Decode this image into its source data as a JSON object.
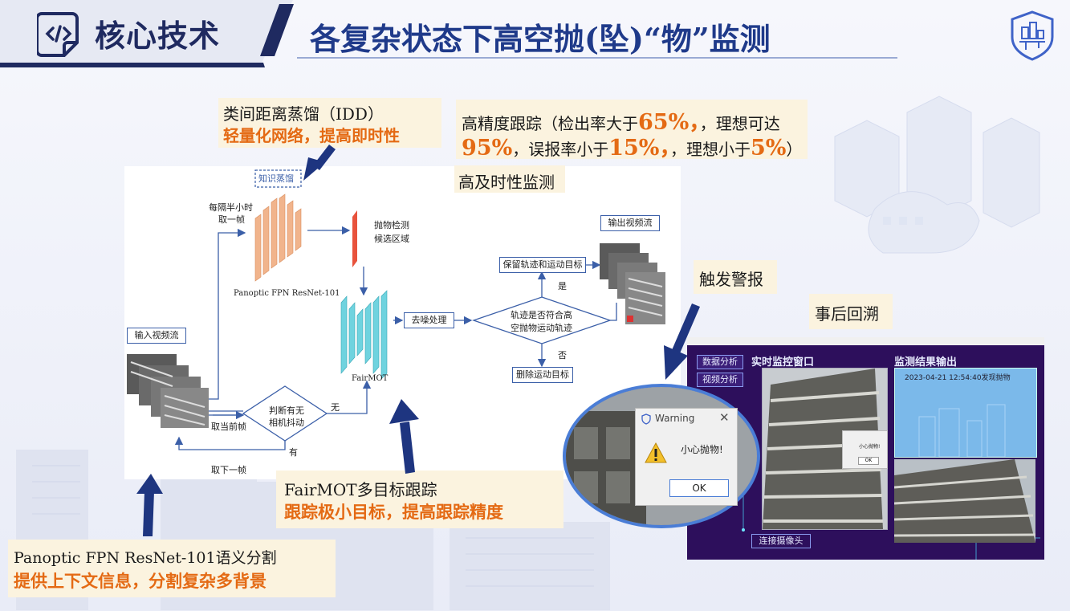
{
  "header": {
    "section_label": "核心技术",
    "title": "各复杂状态下高空抛(坠)“物”监测"
  },
  "diagram": {
    "knowledge_distill": "知识蒸馏",
    "every_half_hour_1": "每隔半小时",
    "every_half_hour_2": "取一帧",
    "backbone_label": "Panoptic FPN ResNet-101",
    "det_1": "抛物检测",
    "det_2": "候选区域",
    "input_stream": "输入视频流",
    "take_current": "取当前帧",
    "judge_1": "判断有无",
    "judge_2": "相机抖动",
    "no": "无",
    "yes_have": "有",
    "take_next": "取下一帧",
    "fairmot": "FairMOT",
    "denoise": "去噪处理",
    "track_1": "轨迹是否符合高",
    "track_2": "空抛物运动轨迹",
    "yes": "是",
    "no_neg": "否",
    "keep": "保留轨迹和运动目标",
    "delete": "删除运动目标",
    "output_stream": "输出视频流"
  },
  "callouts": {
    "idd_line1": "类间距离蒸馏（IDD）",
    "idd_line2": "轻量化网络，提高即时性",
    "precision_a": "高精度跟踪（检出率大于",
    "precision_b": "65%",
    "precision_c": "，理想可达",
    "precision_d": "95%",
    "precision_e": "，误报率小于",
    "precision_f": "15%",
    "precision_g": "，理想小于",
    "precision_h": "5%",
    "precision_i": "）",
    "realtime": "高及时性监测",
    "alarm": "触发警报",
    "review": "事后回溯",
    "fairmot_line1": "FairMOT多目标跟踪",
    "fairmot_line2": "跟踪极小目标，提高跟踪精度",
    "panoptic_line1": "Panoptic FPN ResNet-101语义分割",
    "panoptic_line2": "提供上下文信息，分割复杂多背景"
  },
  "warning": {
    "title": "Warning",
    "message": "小心抛物!",
    "ok": "OK"
  },
  "monitor": {
    "btn_data": "数据分析",
    "btn_video": "视频分析",
    "realtime_window": "实时监控窗口",
    "result_output": "监测结果输出",
    "result_text": "2023-04-21  12:54:40发现抛物",
    "connect_camera": "连接摄像头",
    "mini_msg": "小心抛物!",
    "mini_ok": "OK"
  },
  "colors": {
    "accent_orange": "#e46a14",
    "title_navy": "#1f2a60",
    "arrow_navy": "#1e3580",
    "diagram_line": "#3b5fa8"
  }
}
